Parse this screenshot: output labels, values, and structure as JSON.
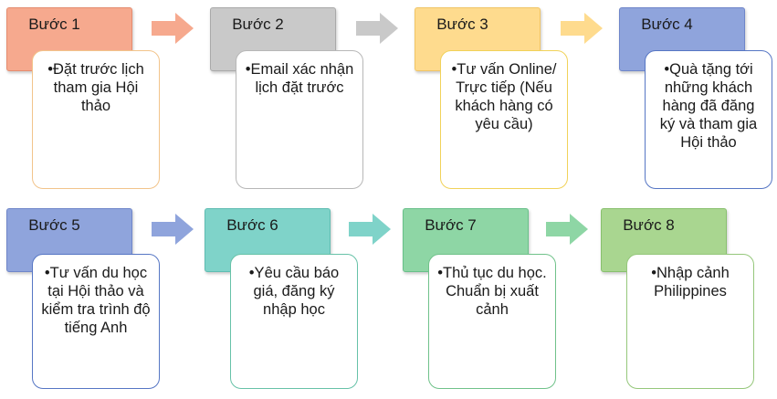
{
  "steps": [
    {
      "label": "Bước 1",
      "text": "•Đặt trước lịch tham gia Hội thảo",
      "head_color": "#f6a98e",
      "head_border": "#e58c6f",
      "body_border": "#f2c48b"
    },
    {
      "label": "Bước 2",
      "text": "•Email xác nhận lịch đặt trước",
      "head_color": "#c9c9c9",
      "head_border": "#a9a9a9",
      "body_border": "#b7b7b7"
    },
    {
      "label": "Bước 3",
      "text": "•Tư vấn Online/ Trực tiếp (Nếu khách hàng có yêu cầu)",
      "head_color": "#fedb8e",
      "head_border": "#f1c566",
      "body_border": "#f1d259"
    },
    {
      "label": "Bước 4",
      "text": "•Quà tặng tới những khách hàng đã đăng ký và tham gia Hội thảo",
      "head_color": "#8fa4dc",
      "head_border": "#6f86c9",
      "body_border": "#5676c4"
    },
    {
      "label": "Bước 5",
      "text": "•Tư vấn du học tại Hội thảo và kiểm tra trình độ tiếng Anh",
      "head_color": "#8fa4dc",
      "head_border": "#6f86c9",
      "body_border": "#5676c4"
    },
    {
      "label": "Bước 6",
      "text": "•Yêu cầu báo giá, đăng ký nhập học",
      "head_color": "#7fd3c9",
      "head_border": "#5fbdb2",
      "body_border": "#67c2a8"
    },
    {
      "label": "Bước 7",
      "text": "•Thủ tục du học. Chuẩn bị xuất cảnh",
      "head_color": "#8ed6a5",
      "head_border": "#69c08a",
      "body_border": "#70c28a"
    },
    {
      "label": "Bước 8",
      "text": "•Nhập cảnh Philippines",
      "head_color": "#a9d690",
      "head_border": "#88c06e",
      "body_border": "#95c77b"
    }
  ],
  "arrows": [
    {
      "color": "#f6a98e"
    },
    {
      "color": "#c9c9c9"
    },
    {
      "color": "#fedb8e"
    },
    {
      "color": "#8fa4dc"
    },
    {
      "color": "#7fd3c9"
    },
    {
      "color": "#8ed6a5"
    }
  ]
}
